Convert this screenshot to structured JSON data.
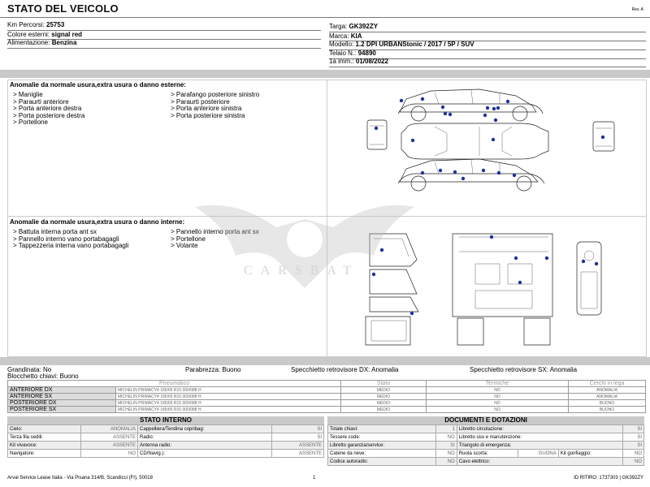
{
  "header": {
    "title": "STATO DEL VEICOLO",
    "rev": "Rev. A"
  },
  "vehicle": {
    "left": [
      {
        "label": "Km Percorsi:",
        "value": "25753"
      },
      {
        "label": "Colore esterni:",
        "value": "signal red"
      },
      {
        "label": "Alimentazione:",
        "value": "Benzina"
      }
    ],
    "right": [
      {
        "label": "Targa:",
        "value": "GK392ZY"
      },
      {
        "label": "Marca:",
        "value": "KIA"
      },
      {
        "label": "Modello:",
        "value": "1.2 DPI URBANStonic / 2017 / 5P / SUV"
      },
      {
        "label": "Telaio N.:",
        "value": "94890"
      },
      {
        "label": "1a imm.:",
        "value": "01/08/2022"
      }
    ]
  },
  "exterior": {
    "title": "Anomalie da normale usura,extra usura o danno esterne:",
    "col1": [
      "> Maniglie",
      "> Paraurti anteriore",
      "> Porta anteriore destra",
      "> Porta posteriore destra",
      "> Portellone"
    ],
    "col2": [
      "> Parafango posteriore sinistro",
      "> Paraurti posteriore",
      "> Porta anteriore sinistra",
      "> Porta posteriore sinistra"
    ]
  },
  "interior": {
    "title": "Anomalie da normale usura,extra usura o danno interne:",
    "col1": [
      "> Battuta interna porta ant sx",
      "> Pannello interno vano portabagagli",
      "> Tappezzeria interna vano portabagagli"
    ],
    "col2": [
      "> Pannello interno porta ant sx",
      "> Portellone",
      "> Volante"
    ]
  },
  "watermark": {
    "text": "CARSBAT"
  },
  "status": {
    "grandinata": "Grandinata: No",
    "parabrezza": "Parabrezza: Buono",
    "specchietto_dx": "Specchietto retrovisore DX: Anomalia",
    "specchietto_sx": "Specchietto retrovisore SX: Anomalia",
    "blocchetto": "Blocchetto chiavi: Buono"
  },
  "tires": {
    "headers": [
      "Pneumatico",
      "Stato",
      "Termiche",
      "Cerchi in lega"
    ],
    "rows": [
      {
        "pos": "ANTERIORE DX",
        "model": "MICHELIN  PRIMACY4  185/65 R15 000/088 H",
        "stato": "MEDIO",
        "termiche": "NO",
        "cerchi": "ANOMALIA"
      },
      {
        "pos": "ANTERIORE SX",
        "model": "MICHELIN  PRIMACY4  185/65 R15 000/088 H",
        "stato": "MEDIO",
        "termiche": "NO",
        "cerchi": "ANOMALIA"
      },
      {
        "pos": "POSTERIORE DX",
        "model": "MICHELIN  PRIMACY4  185/65 R15 000/088 H",
        "stato": "MEDIO",
        "termiche": "NO",
        "cerchi": "BUONO"
      },
      {
        "pos": "POSTERIORE SX",
        "model": "MICHELIN  PRIMACY4  185/65 R15 000/088 H",
        "stato": "MEDIO",
        "termiche": "NO",
        "cerchi": "BUONO"
      }
    ]
  },
  "stato_interno": {
    "title": "STATO INTERNO",
    "rows": [
      [
        {
          "k": "Cielo:",
          "v": "ANOMALIA"
        },
        {
          "k": "Cappelliera/Tendina copribag:",
          "v": "SI"
        }
      ],
      [
        {
          "k": "Terza fila sedili:",
          "v": "ASSENTE"
        },
        {
          "k": "Radio:",
          "v": "SI"
        }
      ],
      [
        {
          "k": "Kit vivavoce:",
          "v": "ASSENTE"
        },
        {
          "k": "Antenna radio:",
          "v": "ASSENTE"
        }
      ],
      [
        {
          "k": "Navigatore:",
          "v": "NO"
        },
        {
          "k": "CD/Navig.):",
          "v": "ASSENTE"
        }
      ]
    ]
  },
  "documenti": {
    "title": "DOCUMENTI E DOTAZIONI",
    "rows": [
      [
        {
          "k": "Totale chiavi:",
          "v": "1"
        },
        {
          "k": "Libretto circolazione:",
          "v": "SI"
        }
      ],
      [
        {
          "k": "Tessere code:",
          "v": "NO"
        },
        {
          "k": "Libretto uso e manutenzione:",
          "v": "SI"
        }
      ],
      [
        {
          "k": "Libretto garanzia/service:",
          "v": "SI"
        },
        {
          "k": "Triangolo di emergenza:",
          "v": "SI"
        }
      ],
      [
        {
          "k": "Catene da neve:",
          "v": "NO"
        },
        {
          "k": "Ruota scorta:",
          "v": "GUONA"
        },
        {
          "k": "Kit gonfiaggio:",
          "v": "NO"
        }
      ],
      [
        {
          "k": "Codice autoradio:",
          "v": "NO"
        },
        {
          "k": "Cavo elettrico:",
          "v": "NO"
        }
      ]
    ]
  },
  "footer": {
    "left": "Arval Service Lease Italia - Via Pisana 314/B, Scandicci (FI), 50018",
    "page": "1",
    "right": "ID RITIRO: 1737303 | GK392ZY"
  },
  "colors": {
    "band": "#c9c9c9",
    "dots": "#2130a0"
  }
}
